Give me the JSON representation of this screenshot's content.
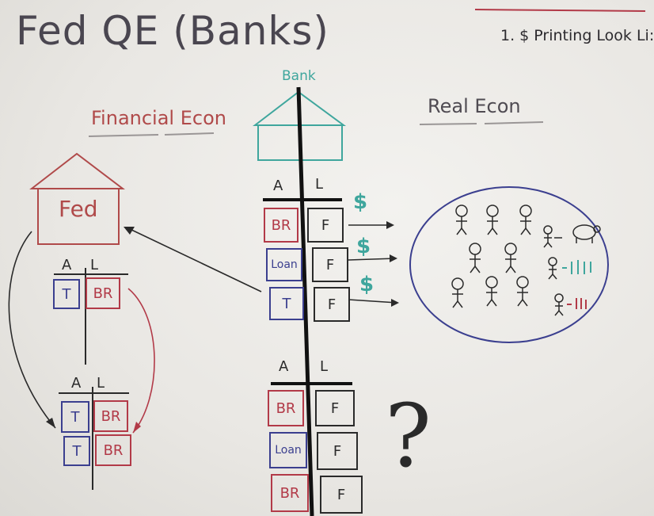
{
  "title": "Fed QE (Banks)",
  "note": "1. $ Printing Look Li:",
  "bank_label": "Bank",
  "sections": {
    "financial": "Financial Econ",
    "real": "Real Econ"
  },
  "fed": {
    "label": "Fed",
    "ledger_top": {
      "assets_header": "A",
      "liabilities_header": "L",
      "assets": [
        "T"
      ],
      "liabilities": [
        "BR"
      ]
    },
    "ledger_bottom": {
      "assets_header": "A",
      "liabilities_header": "L",
      "assets": [
        "T",
        "T"
      ],
      "liabilities": [
        "BR",
        "BR"
      ]
    }
  },
  "bank": {
    "ledger_top": {
      "assets_header": "A",
      "liabilities_header": "L",
      "assets": [
        "BR",
        "Loan",
        "T"
      ],
      "liabilities": [
        "F",
        "F",
        "F"
      ]
    },
    "ledger_bottom": {
      "assets_header": "A",
      "liabilities_header": "L",
      "assets": [
        "BR",
        "Loan",
        "BR"
      ],
      "liabilities": [
        "F",
        "F",
        "F"
      ]
    }
  },
  "cash_symbol": "$",
  "question_mark": "?",
  "colors": {
    "red": "#b23a48",
    "teal": "#3fa69d",
    "blue": "#3b3f8f",
    "ink": "#2a2a2a"
  }
}
